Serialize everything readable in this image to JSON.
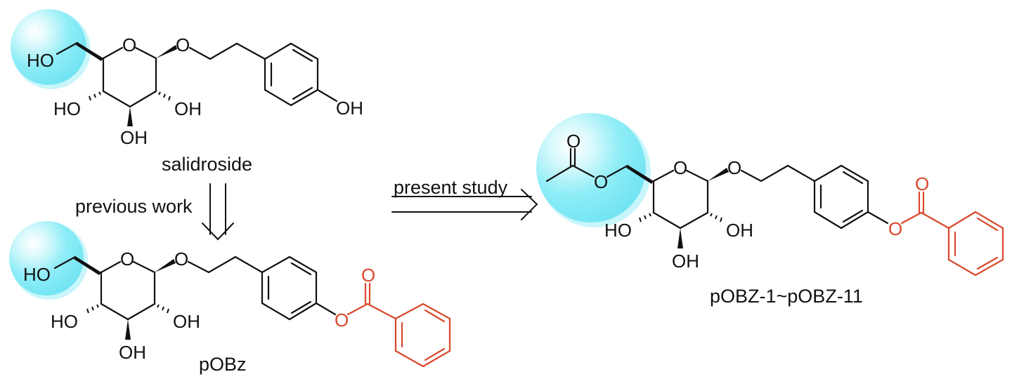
{
  "figure": {
    "type": "chemical reaction scheme",
    "colors": {
      "bond": "#111111",
      "highlight_benzoyl": "#d9482b",
      "highlight_sphere": "#7eeaf6"
    }
  },
  "molecules": {
    "salidroside": {
      "name": "salidroside",
      "atoms": {
        "c6_oh": "HO",
        "ring_o": "O",
        "glyco_o": "O",
        "c4_oh": "HO",
        "c2_oh": "OH",
        "c3_oh": "OH",
        "phenol_oh": "OH"
      }
    },
    "pobz": {
      "name": "pOBz",
      "atoms": {
        "c6_oh": "HO",
        "ring_o": "O",
        "glyco_o": "O",
        "c4_oh": "HO",
        "c2_oh": "OH",
        "c3_oh": "OH",
        "ester_o": "O",
        "carbonyl_o": "O"
      }
    },
    "product": {
      "name": "pOBZ-1~pOBZ-11",
      "atoms": {
        "acetyl_carbonyl_o": "O",
        "acetyl_ester_o": "O",
        "ring_o": "O",
        "glyco_o": "O",
        "c4_oh": "HO",
        "c2_oh": "OH",
        "c3_oh": "OH",
        "ester_o": "O",
        "carbonyl_o": "O"
      }
    }
  },
  "arrows": {
    "previous": {
      "label": "previous work",
      "direction": "down"
    },
    "present": {
      "label": "present study",
      "direction": "right"
    }
  }
}
